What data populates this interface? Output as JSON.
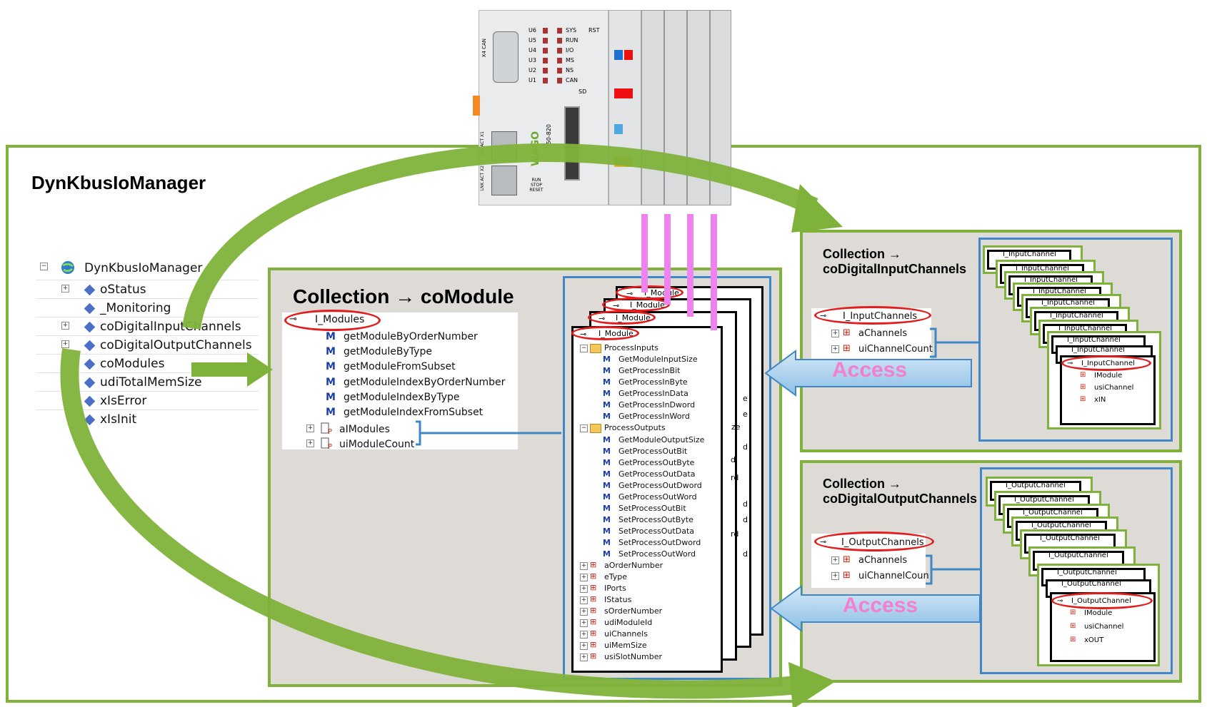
{
  "main_title": "DynKbusIoManager",
  "left_tree": {
    "items": [
      {
        "label": "DynKbusIoManager",
        "expander": "−"
      },
      {
        "label": "oStatus",
        "expander": "+"
      },
      {
        "label": "_Monitoring",
        "expander": ""
      },
      {
        "label": "coDigitalInputChannels",
        "expander": "+"
      },
      {
        "label": "coDigitalOutputChannels",
        "expander": "+"
      },
      {
        "label": "coModules",
        "expander": ""
      },
      {
        "label": "udiTotalMemSize",
        "expander": ""
      },
      {
        "label": "xIsError",
        "expander": ""
      },
      {
        "label": "xIsInit",
        "expander": ""
      }
    ]
  },
  "module_panel": {
    "title": "Collection → coModule",
    "tree_root": "I_Modules",
    "methods": [
      "getModuleByOrderNumber",
      "getModuleByType",
      "getModuleFromSubset",
      "getModuleIndexByOrderNumber",
      "getModuleIndexByType",
      "getModuleIndexFromSubset"
    ],
    "props": [
      "aIModules",
      "uiModuleCount"
    ],
    "stack_labels": [
      "I_Module",
      "I_Module",
      "I_Module",
      "I_Module"
    ],
    "folder_inputs": "ProcessInputs",
    "inputs": [
      "GetModuleInputSize",
      "GetProcessInBit",
      "GetProcessInByte",
      "GetProcessInData",
      "GetProcessInDword",
      "GetProcessInWord"
    ],
    "folder_outputs": "ProcessOutputs",
    "outputs": [
      "GetModuleOutputSize",
      "GetProcessOutBit",
      "GetProcessOutByte",
      "GetProcessOutData",
      "GetProcessOutDword",
      "GetProcessOutWord",
      "SetProcessOutBit",
      "SetProcessOutByte",
      "SetProcessOutData",
      "SetProcessOutDword",
      "SetProcessOutWord"
    ],
    "fields": [
      "aOrderNumber",
      "eType",
      "IPorts",
      "IStatus",
      "sOrderNumber",
      "udiModuleId",
      "uiChannels",
      "uiMemSize",
      "usiSlotNumber"
    ],
    "behind_fragments": [
      "e",
      "ze",
      "e",
      "d",
      "d",
      "rd",
      "d",
      "d",
      "rd",
      "d"
    ]
  },
  "input_panel": {
    "title_line1": "Collection →",
    "title_line2": "coDigitalInputChannels",
    "tree_root": "I_InputChannels",
    "props": [
      "aChannels",
      "uiChannelCount"
    ],
    "card_label": "I_InputChannel",
    "front_props": [
      "IModule",
      "usiChannel",
      "xIN"
    ],
    "access_label": "Access"
  },
  "output_panel": {
    "title_line1": "Collection →",
    "title_line2": "coDigitalOutputChannels",
    "tree_root": "I_OutputChannels",
    "props": [
      "aChannels",
      "uiChannelCoun"
    ],
    "card_label": "I_OutputChannel",
    "front_props": [
      "IModule",
      "usiChannel",
      "xOUT"
    ],
    "access_label": "Access"
  },
  "plc": {
    "leds_left": [
      "U6",
      "U5",
      "U4",
      "U3",
      "U2",
      "U1"
    ],
    "leds_right": [
      "SYS",
      "RUN",
      "I/O",
      "MS",
      "NS",
      "CAN"
    ],
    "rst": "RST",
    "x4": "X4 CAN",
    "brand": "WAGO",
    "model": "750-820",
    "sd": "SD",
    "switch": "RUN STOP RESET",
    "ports": [
      "LNK ACT X1",
      "LNK ACT X2"
    ]
  },
  "colors": {
    "green": "#7fb23a",
    "blue": "#3f87c6",
    "pink": "#ee82ee",
    "red": "#e11d1d",
    "access": "#f27fd0"
  }
}
